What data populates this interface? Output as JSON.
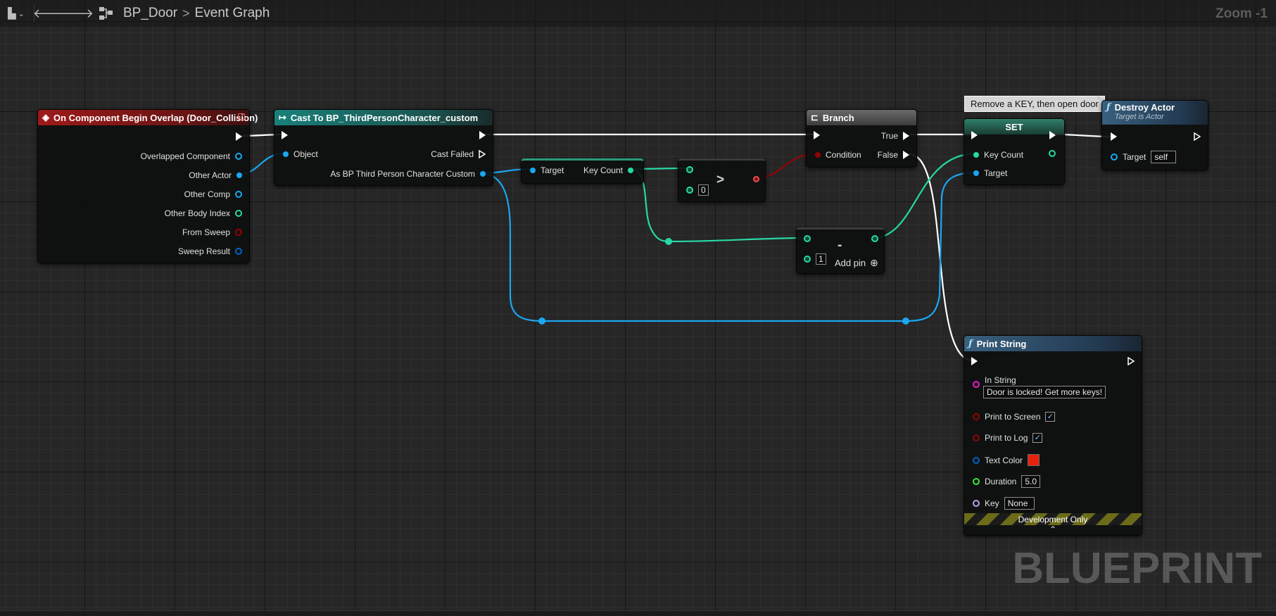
{
  "toolbar": {
    "breadcrumb_blueprint": "BP_Door",
    "breadcrumb_graph": "Event Graph",
    "zoom": "Zoom -1"
  },
  "watermark": "BLUEPRINT",
  "comment": "Remove a KEY, then open door",
  "nodes": {
    "overlap": {
      "title": "On Component Begin Overlap (Door_Collision)",
      "pins": [
        "Overlapped Component",
        "Other Actor",
        "Other Comp",
        "Other Body Index",
        "From Sweep",
        "Sweep Result"
      ]
    },
    "cast": {
      "title": "Cast To BP_ThirdPersonCharacter_custom",
      "object": "Object",
      "cast_failed": "Cast Failed",
      "as_bp": "As BP Third Person Character Custom"
    },
    "getter": {
      "target": "Target",
      "key_count": "Key Count"
    },
    "greater": {
      "op": ">",
      "value": "0"
    },
    "branch": {
      "title": "Branch",
      "true": "True",
      "false": "False",
      "condition": "Condition"
    },
    "subtract": {
      "op": "-",
      "value": "1",
      "add_pin": "Add pin"
    },
    "set": {
      "title": "SET",
      "key_count": "Key Count",
      "target": "Target"
    },
    "destroy": {
      "title": "Destroy Actor",
      "subtitle": "Target is Actor",
      "target": "Target",
      "target_value": "self"
    },
    "print": {
      "title": "Print String",
      "in_string": "In String",
      "in_string_value": "Door is locked! Get more keys!",
      "print_screen": "Print to Screen",
      "print_log": "Print to Log",
      "text_color": "Text Color",
      "duration": "Duration",
      "duration_value": "5.0",
      "key": "Key",
      "key_value": "None",
      "dev_only": "Development Only"
    }
  },
  "colors": {
    "exec": "#ffffff",
    "object": "#1aa7f2",
    "int": "#26d9a5",
    "bool": "#950303",
    "string": "#f216c4",
    "struct": "#0063c7",
    "float": "#39ea37",
    "name": "#c39cf0",
    "text_color_value": "#e8210d"
  },
  "icons": {
    "overlap": "event-icon",
    "cast": "cast-icon",
    "branch": "branch-icon",
    "function": "function-icon"
  }
}
